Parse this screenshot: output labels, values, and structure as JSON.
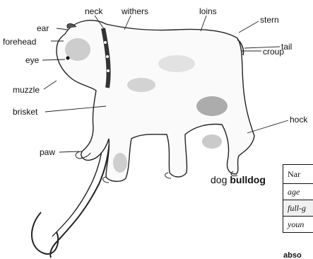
{
  "labels": {
    "ear": "ear",
    "forehead": "forehead",
    "eye": "eye",
    "muzzle": "muzzle",
    "brisket": "brisket",
    "paw": "paw",
    "neck": "neck",
    "withers": "withers",
    "loins": "loins",
    "stern": "stern",
    "tail": "tail",
    "croup": "croup",
    "hock": "hock"
  },
  "caption": {
    "word": "dog",
    "breed": "bulldog"
  },
  "table": {
    "header": "Nar",
    "rows": [
      "age",
      "full-g",
      "youn"
    ]
  },
  "bottom_text": "abso"
}
